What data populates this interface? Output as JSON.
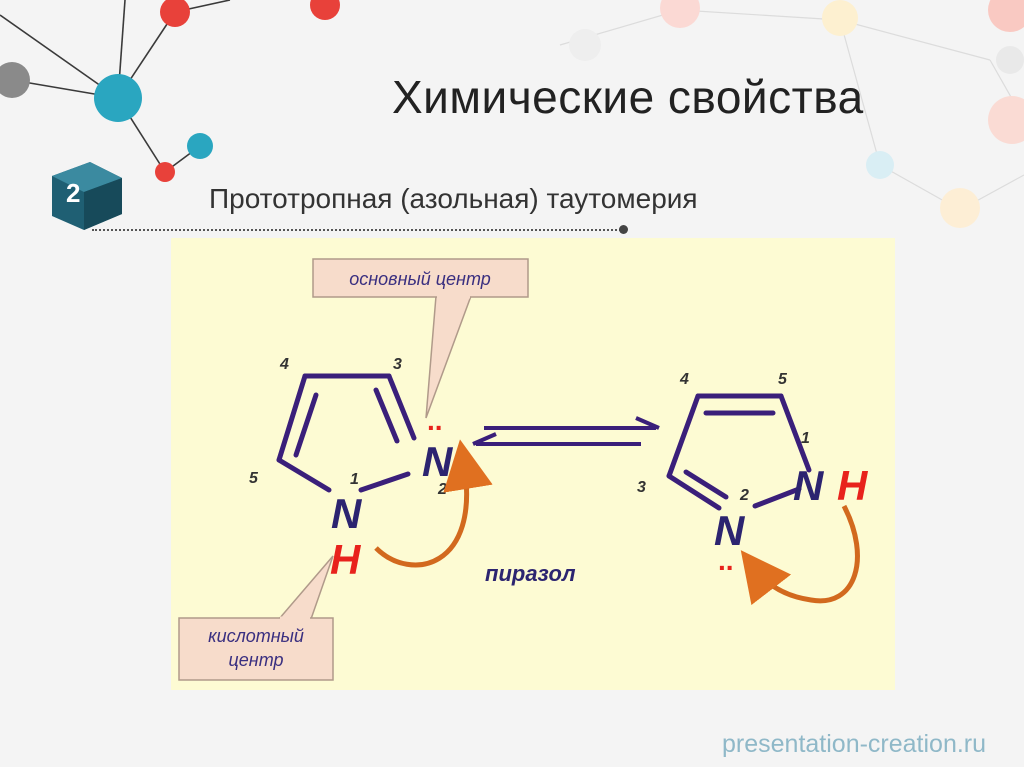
{
  "slide": {
    "title": "Химические свойства",
    "badge_number": "2",
    "subtitle": "Прототропная (азольная) таутомерия",
    "footer": "presentation-creation.ru"
  },
  "diagram": {
    "callout_basic": "основный центр",
    "callout_acidic_line1": "кислотный",
    "callout_acidic_line2": "центр",
    "compound_name": "пиразол",
    "left_ring": {
      "atom_n1": "N",
      "atom_n2": "N",
      "atom_h": "H",
      "lone_pair": "..",
      "num_1": "1",
      "num_2": "2",
      "num_3": "3",
      "num_4": "4",
      "num_5": "5"
    },
    "right_ring": {
      "atom_n1": "N",
      "atom_n2": "N",
      "atom_h": "H",
      "lone_pair": "..",
      "num_1": "1",
      "num_2": "2",
      "num_3": "3",
      "num_4": "4",
      "num_5": "5"
    }
  },
  "colors": {
    "panel_bg": "#fdfbd3",
    "bond": "#3a1f7a",
    "atom": "#2c2470",
    "hydrogen": "#e8221c",
    "lone_pair": "#e8221c",
    "curved_arrow": "#d2691e",
    "callout_fill": "#f7dccb",
    "callout_stroke": "#a89080",
    "badge": "#1f5f73"
  }
}
